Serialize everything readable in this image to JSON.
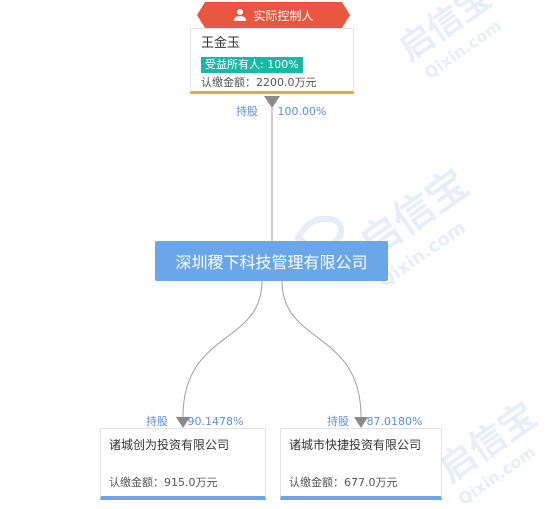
{
  "controller": {
    "tag_label": "实际控制人",
    "name": "王金玉",
    "beneficiary": "受益所有人: 100%",
    "paid_capital": "认缴金额：2200.0万元"
  },
  "edges": [
    {
      "label": "持股",
      "percent": "100.00%"
    },
    {
      "label": "持股",
      "percent": "90.1478%"
    },
    {
      "label": "持股",
      "percent": "87.0180%"
    }
  ],
  "center_company": {
    "name": "深圳稷下科技管理有限公司"
  },
  "subsidiaries": [
    {
      "name": "诸城创为投资有限公司",
      "paid_capital": "认缴金额：915.0万元"
    },
    {
      "name": "诸城市快捷投资有限公司",
      "paid_capital": "认缴金额：677.0万元"
    }
  ],
  "watermark": {
    "brand": "启信宝",
    "domain": "Qixin.com"
  },
  "colors": {
    "tag": "#e9573f",
    "badge": "#19b7a5",
    "company": "#6aa6ea",
    "edge_text": "#5b8fd8",
    "person_border": "#f0a13a"
  }
}
